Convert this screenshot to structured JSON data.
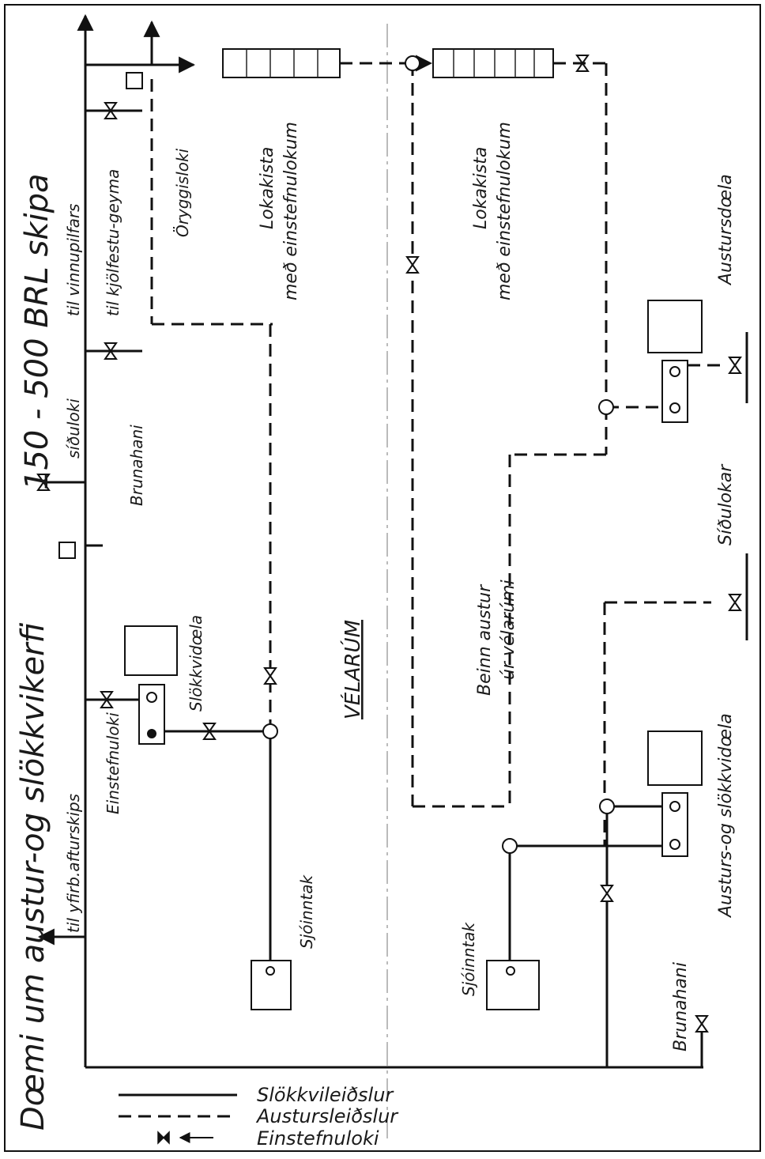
{
  "diagram": {
    "title": "Dœmi um austur-og slökkvikerfi",
    "subtitle": "150 - 500 BRL skipa",
    "center_label": "VÉLARÚM",
    "labels": {
      "to_aft": "til yfirb.afturskips",
      "to_winch": "til vinnupilfars",
      "to_cooler": "til kjölfestu-geyma",
      "side_valve_top": "síðuloki",
      "hydrant_top": "Brunahani",
      "safety_valve": "Öryggisloki",
      "check_valve_top": "Einstefnuloki",
      "fire_pump": "Slökkvidœla",
      "sea_intake_top": "Sjóinntak",
      "chest_top_1": "Lokakista",
      "chest_top_2": "með einstefnulokum",
      "chest_bottom_1": "Lokakista",
      "chest_bottom_2": "með einstefnulokum",
      "bilge_pump": "Austursdœla",
      "side_valves": "Síðulokar",
      "direct_bilge_1": "Beinn austur",
      "direct_bilge_2": "úr vélarúmi",
      "sea_intake_bottom": "Sjóinntak",
      "bilge_fire_pump": "Austurs-og slökkvidœla",
      "hydrant_bottom": "Brunahani"
    },
    "legend": [
      {
        "text": "Slökkvileiðslur",
        "style": "solid"
      },
      {
        "text": "Austursleiðslur",
        "style": "dashed"
      },
      {
        "text": "Einstefnuloki",
        "style": "check-valve"
      }
    ]
  }
}
